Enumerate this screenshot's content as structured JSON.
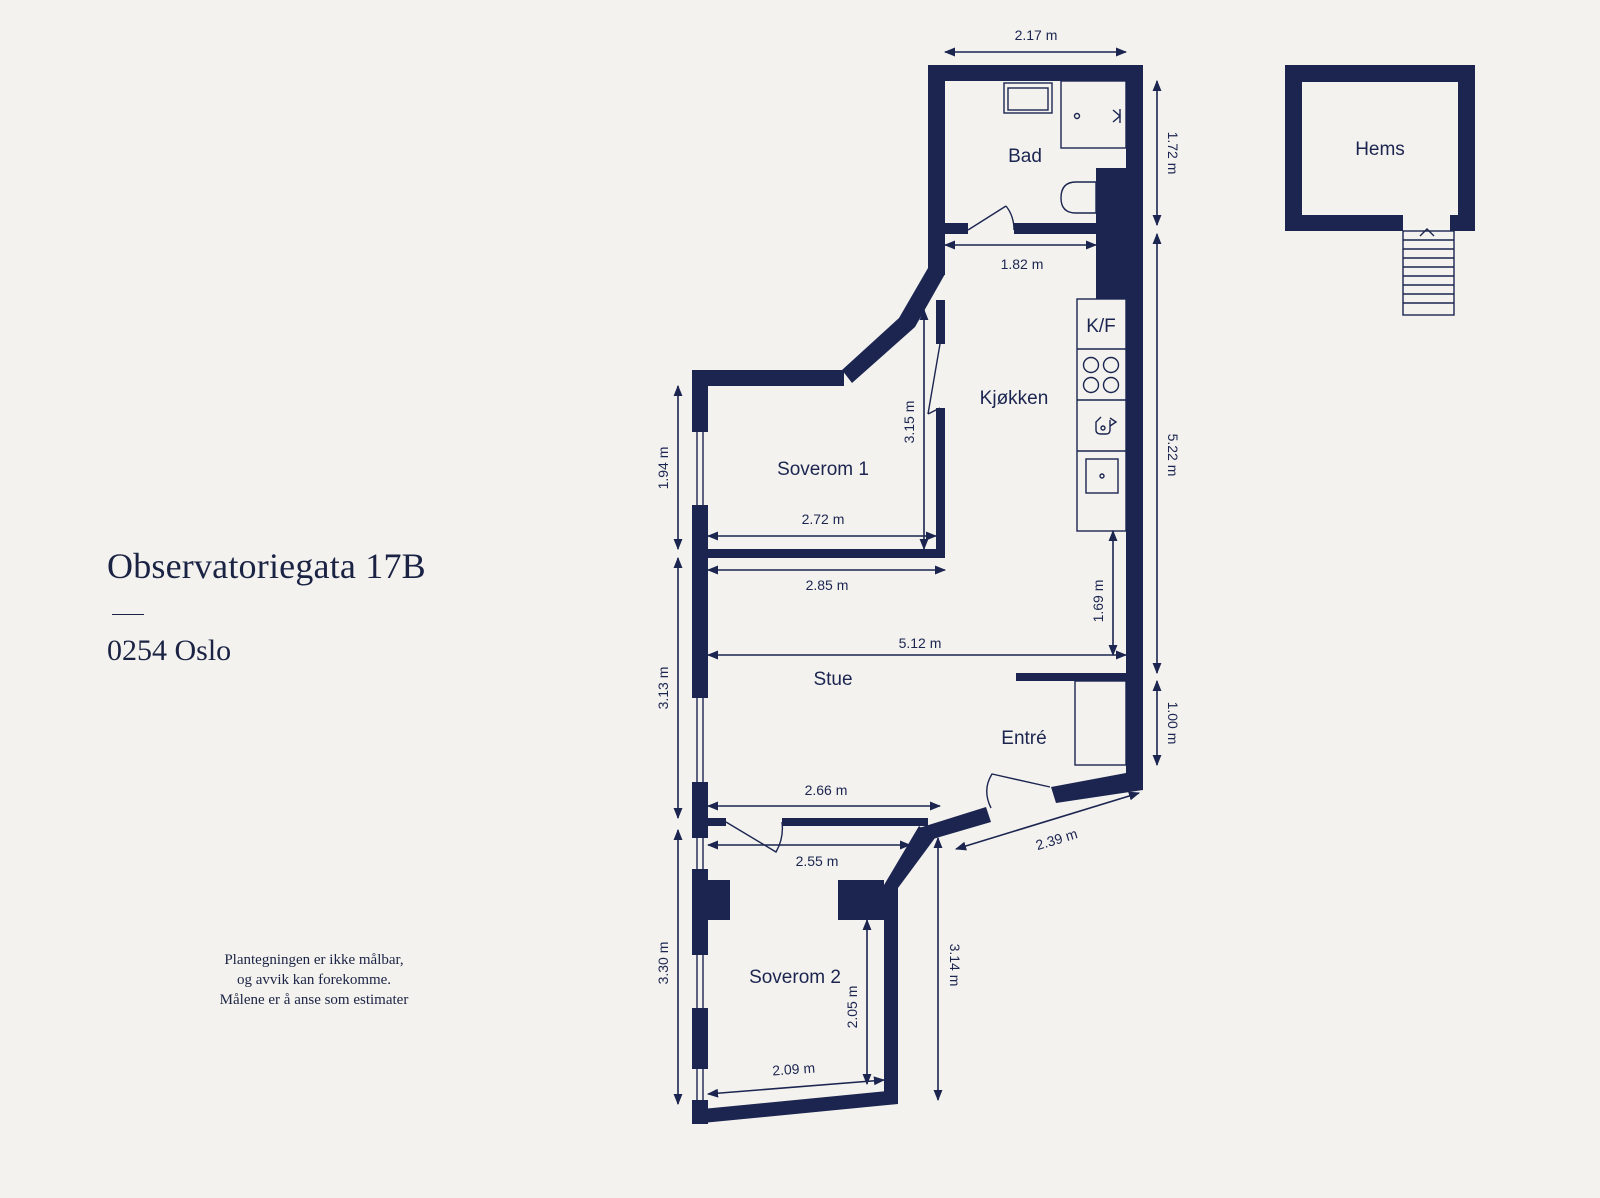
{
  "address": {
    "street": "Observatoriegata 17B",
    "city": "0254 Oslo"
  },
  "disclaimer": [
    "Plantegningen er ikke målbar,",
    "og avvik kan forekomme.",
    "Målene er å anse som estimater"
  ],
  "rooms": {
    "bad": "Bad",
    "kjokken": "Kjøkken",
    "soverom1": "Soverom 1",
    "stue": "Stue",
    "entre": "Entré",
    "soverom2": "Soverom 2",
    "hems": "Hems",
    "kf": "K/F"
  },
  "dimensions": {
    "bad_width": "2.17 m",
    "bad_depth": "1.72 m",
    "kitchen_width": "1.82 m",
    "kitchen_height": "5.22 m",
    "soverom1_height_inner": "3.15 m",
    "soverom1_height_outer": "1.94 m",
    "soverom1_width": "2.72 m",
    "stue_width_top": "2.85 m",
    "stue_kitchen_gap": "1.69 m",
    "stue_width_full": "5.12 m",
    "stue_height": "3.13 m",
    "entre_height": "1.00 m",
    "stue_width_bottom": "2.66 m",
    "entre_width": "2.39 m",
    "soverom2_width_top": "2.55 m",
    "soverom2_height_outer": "3.30 m",
    "soverom2_height_right": "3.14 m",
    "soverom2_height_inner": "2.05 m",
    "soverom2_width_bottom": "2.09 m"
  },
  "colors": {
    "wall": "#1b2550",
    "background": "#f3f2ee",
    "text": "#1b2344"
  }
}
